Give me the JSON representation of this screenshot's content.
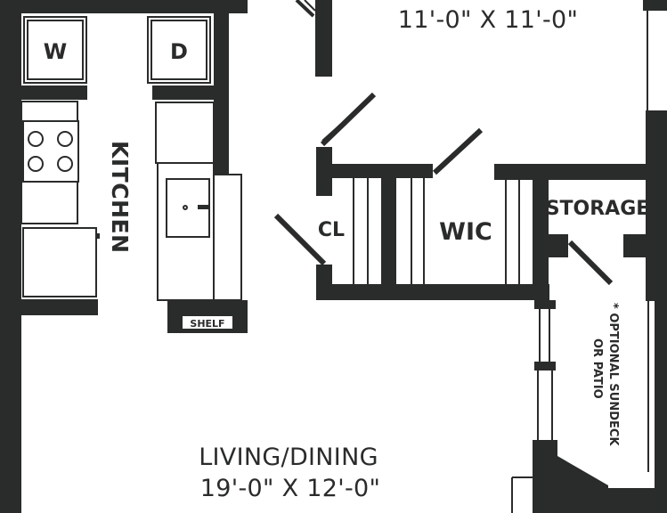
{
  "rooms": {
    "bedroom_dims": "11'-0\" X 11'-0\"",
    "living_name": "LIVING/DINING",
    "living_dims": "19'-0\" X 12'-0\"",
    "kitchen": "KITCHEN",
    "closet": "CL",
    "walk_in_closet": "WIC",
    "storage": "STORAGE"
  },
  "appliances": {
    "washer": "W",
    "dryer": "D"
  },
  "fixtures": {
    "shelf": "SHELF"
  },
  "notes": {
    "sundeck_line1": "* OPTIONAL SUNDECK",
    "sundeck_line2": "OR PATIO"
  },
  "colors": {
    "wall": "#2a2b2b",
    "background": "#ffffff"
  }
}
